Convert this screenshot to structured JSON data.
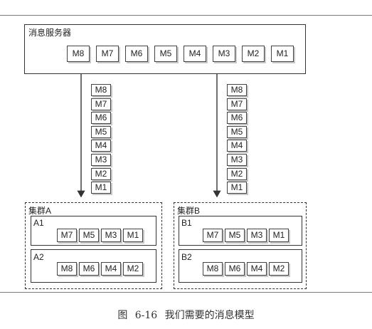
{
  "server": {
    "title": "消息服务器",
    "messages": [
      "M8",
      "M7",
      "M6",
      "M5",
      "M4",
      "M3",
      "M2",
      "M1"
    ]
  },
  "queues": [
    [
      "M8",
      "M7",
      "M6",
      "M5",
      "M4",
      "M3",
      "M2",
      "M1"
    ],
    [
      "M8",
      "M7",
      "M6",
      "M5",
      "M4",
      "M3",
      "M2",
      "M1"
    ]
  ],
  "clusters": [
    {
      "title": "集群A",
      "nodes": [
        {
          "name": "A1",
          "messages": [
            "M7",
            "M5",
            "M3",
            "M1"
          ]
        },
        {
          "name": "A2",
          "messages": [
            "M8",
            "M6",
            "M4",
            "M2"
          ]
        }
      ]
    },
    {
      "title": "集群B",
      "nodes": [
        {
          "name": "B1",
          "messages": [
            "M7",
            "M5",
            "M3",
            "M1"
          ]
        },
        {
          "name": "B2",
          "messages": [
            "M8",
            "M6",
            "M4",
            "M2"
          ]
        }
      ]
    }
  ],
  "caption": "图 6-16 我们需要的消息模型"
}
